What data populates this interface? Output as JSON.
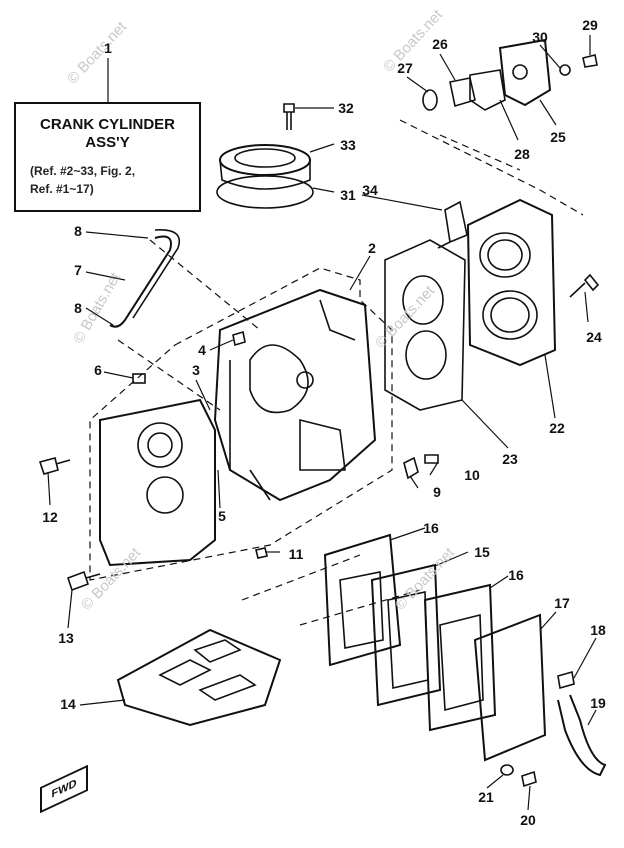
{
  "title_box": {
    "line1": "CRANK CYLINDER",
    "line2": "ASS'Y",
    "ref1": "(Ref. #2~33, Fig. 2,",
    "ref2": "Ref. #1~17)"
  },
  "watermark": "© Boats.net",
  "fwd_label": "FWD",
  "callouts": [
    "1",
    "2",
    "3",
    "4",
    "5",
    "6",
    "7",
    "8",
    "8",
    "9",
    "10",
    "11",
    "12",
    "13",
    "14",
    "15",
    "16",
    "16",
    "17",
    "18",
    "19",
    "20",
    "21",
    "22",
    "23",
    "24",
    "25",
    "26",
    "27",
    "28",
    "29",
    "30",
    "31",
    "32",
    "33",
    "34"
  ]
}
